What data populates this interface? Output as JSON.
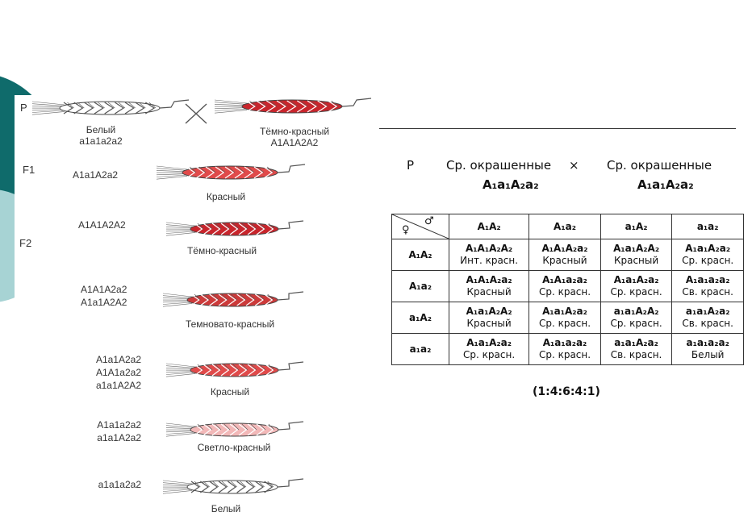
{
  "left_panel": {
    "row_labels": {
      "p": "P",
      "f1": "F1",
      "f2": "F2"
    },
    "parents": [
      {
        "genotype": "a1a1a2a2",
        "phenotype": "Белый"
      },
      {
        "genotype": "A1A1A2A2",
        "phenotype": "Тёмно-красный"
      }
    ],
    "f1": {
      "genotype": "A1a1A2a2",
      "phenotype": "Красный"
    },
    "f2": [
      {
        "genotypes": [
          "A1A1A2A2"
        ],
        "phenotype": "Тёмно-красный"
      },
      {
        "genotypes": [
          "A1A1A2a2",
          "A1a1A2A2"
        ],
        "phenotype": "Темновато-красный"
      },
      {
        "genotypes": [
          "A1a1A2a2",
          "A1A1a2a2",
          "a1a1A2A2"
        ],
        "phenotype": "Красный"
      },
      {
        "genotypes": [
          "A1a1a2a2",
          "a1a1A2a2"
        ],
        "phenotype": "Светло-красный"
      },
      {
        "genotypes": [
          "a1a1a2a2"
        ],
        "phenotype": "Белый"
      }
    ],
    "colors": {
      "white": "#ffffff",
      "light_red": "#f2b8b8",
      "red": "#e04a4a",
      "medium_dark_red": "#cc3a3a",
      "dark_red": "#c8252c"
    }
  },
  "right_panel": {
    "cross": {
      "p_label": "P",
      "cross_symbol": "×",
      "left_phenotype": "Ср. окрашенные",
      "right_phenotype": "Ср. окрашенные",
      "left_genotype": "A₁a₁A₂a₂",
      "right_genotype": "A₁a₁A₂a₂"
    },
    "table": {
      "corner_female": "♀",
      "corner_male": "♂",
      "col_headers": [
        "A₁A₂",
        "A₁a₂",
        "a₁A₂",
        "a₁a₂"
      ],
      "rows": [
        {
          "header": "A₁A₂",
          "cells": [
            {
              "genotype": "A₁A₁A₂A₂",
              "phenotype": "Инт. красн."
            },
            {
              "genotype": "A₁A₁A₂a₂",
              "phenotype": "Красный"
            },
            {
              "genotype": "A₁a₁A₂A₂",
              "phenotype": "Красный"
            },
            {
              "genotype": "A₁a₁A₂a₂",
              "phenotype": "Ср. красн."
            }
          ]
        },
        {
          "header": "A₁a₂",
          "cells": [
            {
              "genotype": "A₁A₁A₂a₂",
              "phenotype": "Красный"
            },
            {
              "genotype": "A₁A₁a₂a₂",
              "phenotype": "Ср. красн."
            },
            {
              "genotype": "A₁a₁A₂a₂",
              "phenotype": "Ср. красн."
            },
            {
              "genotype": "A₁a₁a₂a₂",
              "phenotype": "Св. красн."
            }
          ]
        },
        {
          "header": "a₁A₂",
          "cells": [
            {
              "genotype": "A₁a₁A₂A₂",
              "phenotype": "Красный"
            },
            {
              "genotype": "A₁a₁A₂a₂",
              "phenotype": "Ср. красн."
            },
            {
              "genotype": "a₁a₁A₂A₂",
              "phenotype": "Ср. красн."
            },
            {
              "genotype": "a₁a₁A₂a₂",
              "phenotype": "Св. красн."
            }
          ]
        },
        {
          "header": "a₁a₂",
          "cells": [
            {
              "genotype": "A₁a₁A₂a₂",
              "phenotype": "Ср. красн."
            },
            {
              "genotype": "A₁a₁a₂a₂",
              "phenotype": "Ср. красн."
            },
            {
              "genotype": "a₁a₁A₂a₂",
              "phenotype": "Св. красн."
            },
            {
              "genotype": "a₁a₁a₂a₂",
              "phenotype": "Белый"
            }
          ]
        }
      ]
    },
    "ratio": "(1:4:6:4:1)"
  },
  "decor": {
    "teal": "#0f6b6b",
    "teal_light": "#a7d3d4"
  }
}
